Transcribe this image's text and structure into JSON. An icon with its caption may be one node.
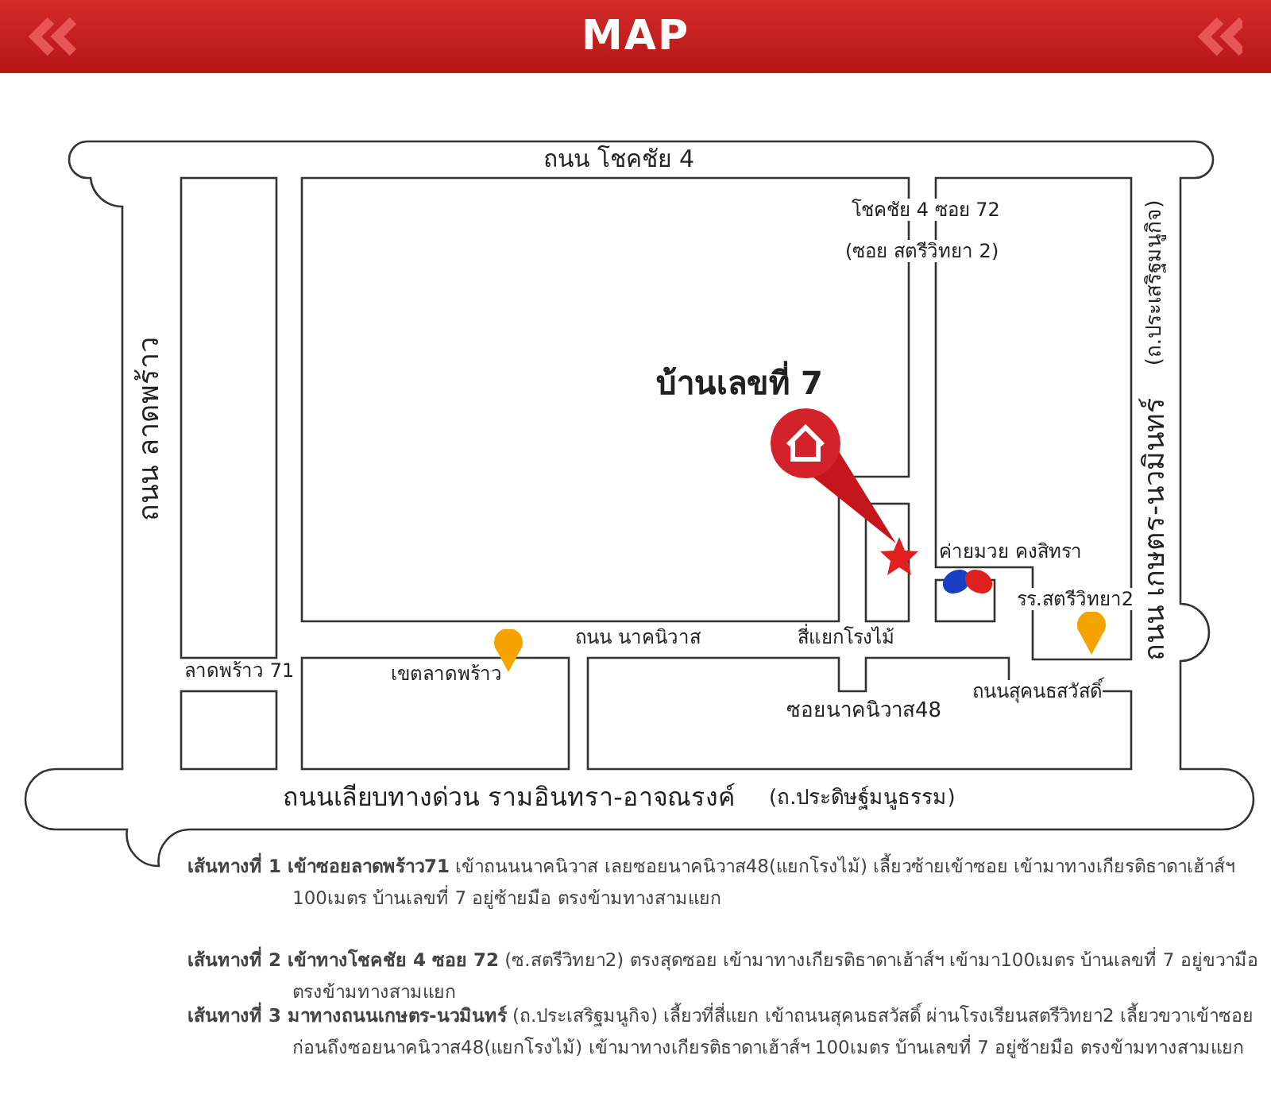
{
  "diagram": {
    "title": "MAP",
    "labels": [
      "ถนน โชคชัย 4",
      "โชคชัย 4 ซอย 72",
      "(ซอย สตรีวิทยา 2)",
      "(ถ.ประเสริฐมนูกิจ)",
      "ถนน ลาดพร้าว",
      "บ้านเลขที่ 7",
      "ถนน เกษตร-นวมินทร์",
      "ค่ายมวย คงสิทรา",
      "รร.สตรีวิทยา2",
      "ถนน นาคนิวาส",
      "สี่แยกโรงไม้",
      "ลาดพร้าว 71",
      "เขตลาดพร้าว",
      "ถนนสุคนธสวัสดิ์",
      "ซอยนาคนิวาส48",
      "ถนนเลียบทางด่วน รามอินทรา-อาจณรงค์",
      "(ถ.ประดิษฐ์มนูธรรม)",
      "**เส้นทางที่ 1 เข้าซอยลาดพร้าว71** เข้าถนนนาคนิวาส เลยซอยนาคนิวาส48(แยกโรงไม้) เลี้ยวซ้ายเข้าซอย เข้ามาทางเกียรติธาดาเฮ้าส์ฯ 100เมตร บ้านเลขที่ 7 อยู่ซ้ายมือ ตรงข้ามทางสามแยก",
      "**เส้นทางที่ 2 เข้าทางโชคชัย 4 ซอย 72** (ซ.สตรีวิทยา2) ตรงสุดซอย เข้ามาทางเกียรติธาดาเฮ้าส์ฯ เข้ามา100เมตร บ้านเลขที่ 7 อยู่ขวามือ ตรงข้ามทางสามแยก",
      "**เส้นทางที่ 3 มาทางถนนเกษตร-นวมินทร์** (ถ.ประเสริฐมนูกิจ) เลี้ยวที่สี่แยก เข้าถนนสุคนธสวัสดิ์ ผ่านโรงเรียนสตรีวิทยา2 เลี้ยวขวาเข้าซอย ก่อนถึงซอยนาคนิวาส48(แยกโรงไม้) เข้ามาทางเกียรติธาดาเฮ้าส์ฯ 100เมตร บ้านเลขที่ 7 อยู่ซ้ายมือ ตรงข้ามทางสามแยก"
    ]
  }
}
